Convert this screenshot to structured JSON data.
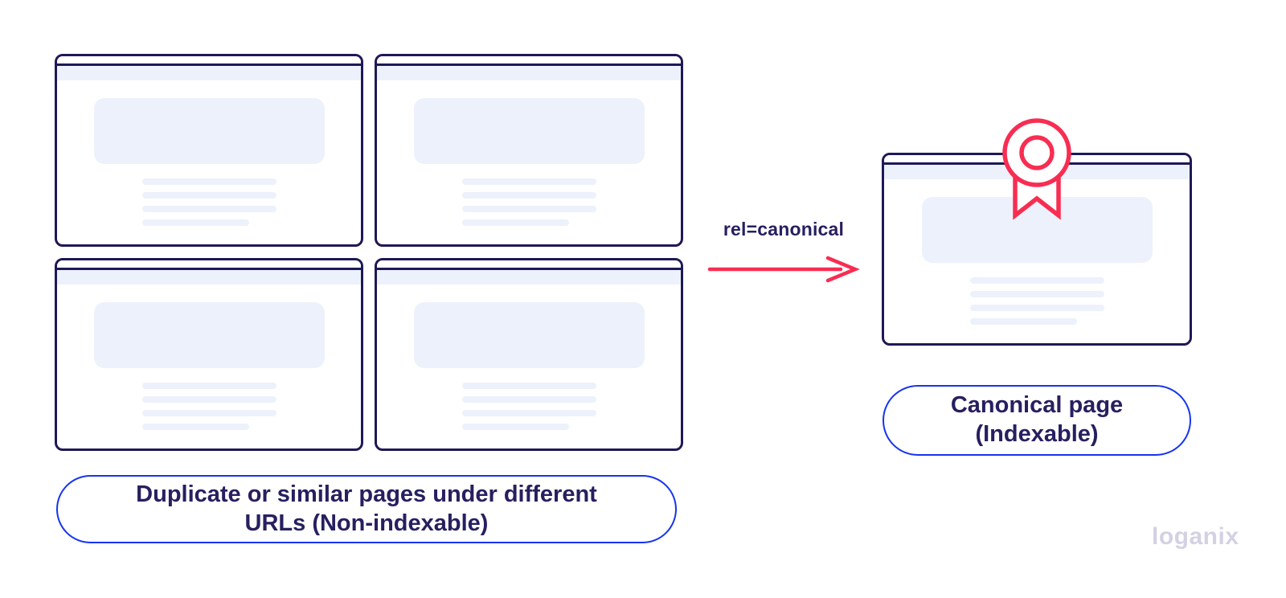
{
  "colors": {
    "navy": "#1e1956",
    "lavender": "#edf1fb",
    "red": "#f82d52",
    "blue": "#1634f0",
    "ink": "#262060",
    "logo": "#d4d1e3"
  },
  "arrow": {
    "label": "rel=canonical",
    "icon": "right-arrow-icon"
  },
  "duplicate_group": {
    "window_count": 4,
    "caption_line1": "Duplicate or similar pages under different",
    "caption_line2": "URLs (Non-indexable)"
  },
  "canonical_group": {
    "window_count": 1,
    "badge_icon": "ribbon-award-icon",
    "caption_line1": "Canonical page",
    "caption_line2": "(Indexable)"
  },
  "branding": {
    "logo_text": "loganix"
  }
}
